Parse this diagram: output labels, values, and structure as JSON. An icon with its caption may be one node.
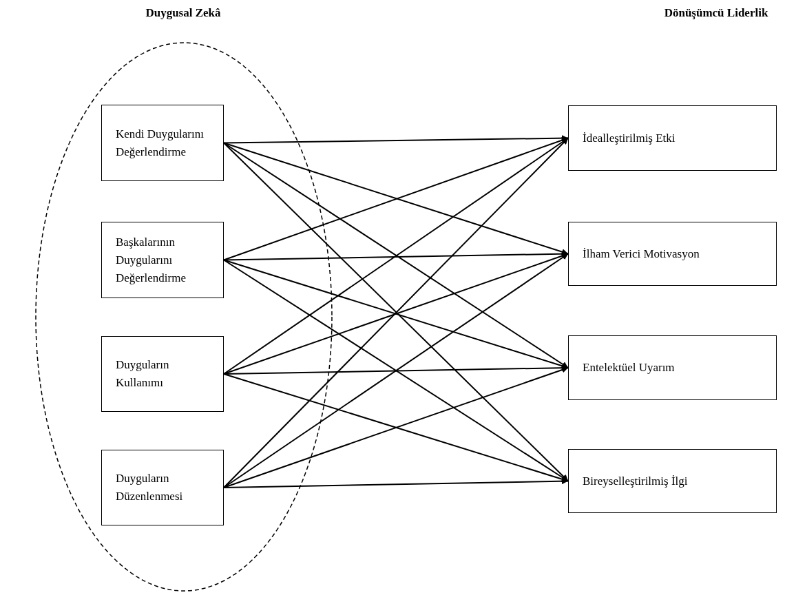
{
  "diagram": {
    "nodes": [
      {
        "text": [
          "Kendi Duygularını Değerlendirme"
        ]
      },
      {
        "text": [
          "Başkalarının Duygularını Değerlendirme"
        ]
      },
      {
        "text": [
          "Duyguların Kullanımı"
        ]
      },
      {
        "text": [
          "Duyguların Düzenlenmesi"
        ]
      },
      {
        "text": [
          "İdealleştirilmiş Etki"
        ]
      },
      {
        "text": [
          "İlham Verici Motivasyon"
        ]
      },
      {
        "text": [
          "Entelektüel Uyarım"
        ]
      },
      {
        "text": [
          "Bireyselleştirilmiş İlgi"
        ]
      }
    ],
    "edges": [
      {
        "from": 0,
        "to": 4,
        "arrow": "to"
      },
      {
        "from": 0,
        "to": 5,
        "arrow": "to"
      },
      {
        "from": 0,
        "to": 6,
        "arrow": "to"
      },
      {
        "from": 0,
        "to": 7,
        "arrow": "to"
      },
      {
        "from": 1,
        "to": 4,
        "arrow": "to"
      },
      {
        "from": 1,
        "to": 5,
        "arrow": "to"
      },
      {
        "from": 1,
        "to": 6,
        "arrow": "to"
      },
      {
        "from": 1,
        "to": 7,
        "arrow": "to"
      },
      {
        "from": 2,
        "to": 4,
        "arrow": "to"
      },
      {
        "from": 2,
        "to": 5,
        "arrow": "to"
      },
      {
        "from": 2,
        "to": 6,
        "arrow": "to"
      },
      {
        "from": 2,
        "to": 7,
        "arrow": "to"
      },
      {
        "from": 3,
        "to": 4,
        "arrow": "to"
      },
      {
        "from": 3,
        "to": 5,
        "arrow": "to"
      },
      {
        "from": 3,
        "to": 6,
        "arrow": "to"
      },
      {
        "from": 3,
        "to": 7,
        "arrow": "to"
      }
    ],
    "labels": [
      "Duygusal Zekâ",
      "Dönüşümcü Liderlik"
    ]
  }
}
